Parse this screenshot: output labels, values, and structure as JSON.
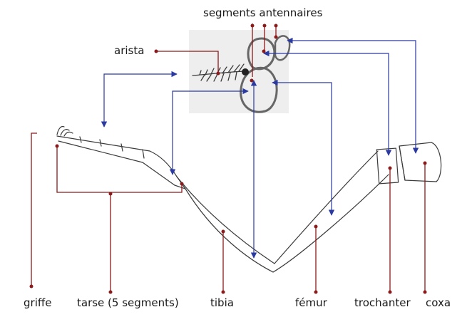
{
  "labels": {
    "segments": "segments antennaires",
    "arista": "arista",
    "griffe": "griffe",
    "tarse": "tarse (5 segments)",
    "tibia": "tibia",
    "femur": "fémur",
    "trochanter": "trochanter",
    "coxa": "coxa"
  },
  "colors": {
    "leader": "#8b1a1a",
    "arrow": "#2b3aa0",
    "inset_background": "#eeeeee",
    "drawing": "#3a3a3a"
  }
}
